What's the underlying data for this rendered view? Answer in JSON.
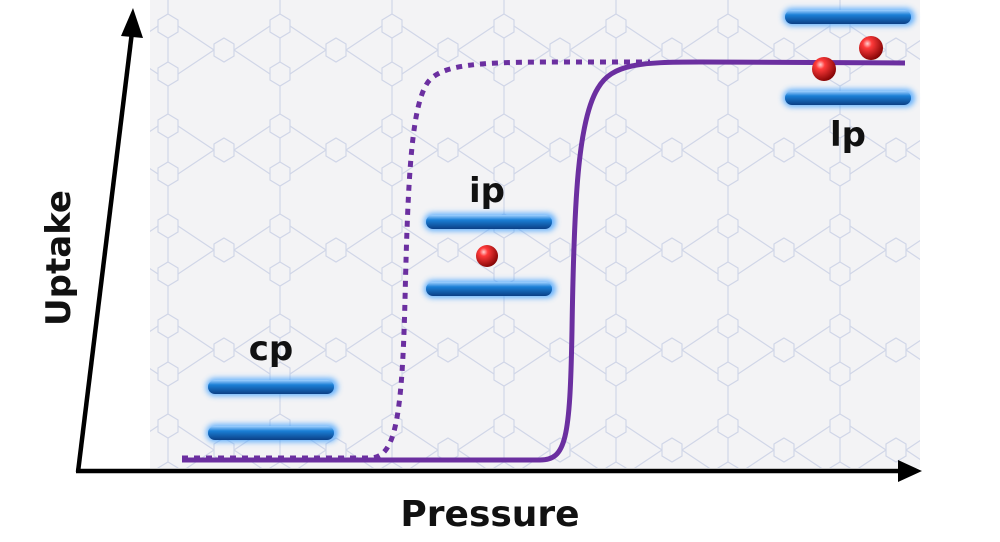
{
  "axes": {
    "y_label": "Uptake",
    "x_label": "Pressure"
  },
  "states": [
    {
      "label": "cp",
      "has_guest": false,
      "guest_count": 0
    },
    {
      "label": "ip",
      "has_guest": true,
      "guest_count": 1
    },
    {
      "label": "lp",
      "has_guest": true,
      "guest_count": 2
    }
  ],
  "curves": {
    "dashed": "dotted isotherm (gate opening to ip)",
    "solid": "solid isotherm (gate opening to lp)"
  },
  "colors": {
    "curve": "#6b2fa0",
    "layer": "#1b7fd6",
    "layer_dark": "#0b3f86",
    "guest": "#d10f0f",
    "axis": "#000000",
    "background": "#f3f3f5",
    "pattern": "#c6cde4"
  }
}
